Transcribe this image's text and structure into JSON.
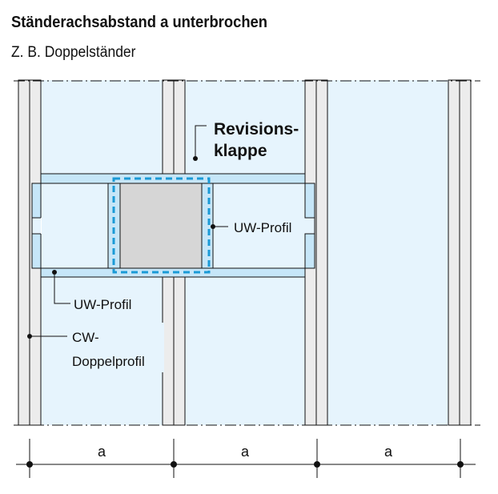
{
  "title": "Ständerachsabstand a unterbrochen",
  "subtitle": "Z. B. Doppelständer",
  "labels": {
    "revision_line1": "Revisions-",
    "revision_line2": "klappe",
    "uw_profil_right": "UW-Profil",
    "uw_profil_bottom": "UW-Profil",
    "cw_line1": "CW-",
    "cw_line2": "Doppelprofil"
  },
  "dimensions": [
    "a",
    "a",
    "a"
  ],
  "colors": {
    "panel": "#e6f4fd",
    "stud": "#ececec",
    "uw_band": "#c6e6f8",
    "hatch": "#d6d6d6",
    "dashed": "#1a9ad6"
  }
}
